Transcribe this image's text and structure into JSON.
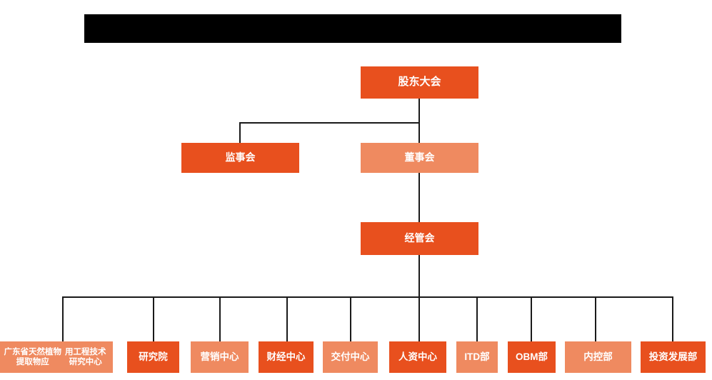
{
  "chart": {
    "type": "org-chart",
    "title_bar": {
      "name": "redacted-title-bar",
      "text": "",
      "color": "#000000"
    },
    "colors": {
      "background": "#FFFFFF",
      "node_dark": "#E8501E",
      "node_light": "#EF8A60",
      "connector": "#1A1A1A",
      "node_text": "#FFFFFF"
    },
    "levels": [
      {
        "level": 1,
        "nodes": [
          {
            "id": "shareholders-meeting",
            "label": "股东大会",
            "fill": "dark"
          }
        ]
      },
      {
        "level": 2,
        "nodes": [
          {
            "id": "supervisory-board",
            "label": "监事会",
            "fill": "dark"
          },
          {
            "id": "board-of-directors",
            "label": "董事会",
            "fill": "light"
          }
        ]
      },
      {
        "level": 3,
        "nodes": [
          {
            "id": "management-committee",
            "label": "经管会",
            "fill": "dark"
          }
        ]
      },
      {
        "level": 4,
        "nodes": [
          {
            "id": "gd-plant-extract-center",
            "label": "广东省天然植物提取物应用工程技术研究中心",
            "label_line1": "广东省天然植物提取物应",
            "label_line2": "用工程技术研究中心",
            "fill": "light"
          },
          {
            "id": "research-institute",
            "label": "研究院",
            "fill": "dark"
          },
          {
            "id": "marketing-center",
            "label": "营销中心",
            "fill": "light"
          },
          {
            "id": "finance-center",
            "label": "财经中心",
            "fill": "dark"
          },
          {
            "id": "delivery-center",
            "label": "交付中心",
            "fill": "light"
          },
          {
            "id": "hr-center",
            "label": "人资中心",
            "fill": "dark"
          },
          {
            "id": "itd-department",
            "label": "ITD部",
            "fill": "light"
          },
          {
            "id": "obm-department",
            "label": "OBM部",
            "fill": "dark"
          },
          {
            "id": "internal-control-department",
            "label": "内控部",
            "fill": "light"
          },
          {
            "id": "investment-development-department",
            "label": "投资发展部",
            "fill": "dark"
          }
        ]
      }
    ]
  }
}
